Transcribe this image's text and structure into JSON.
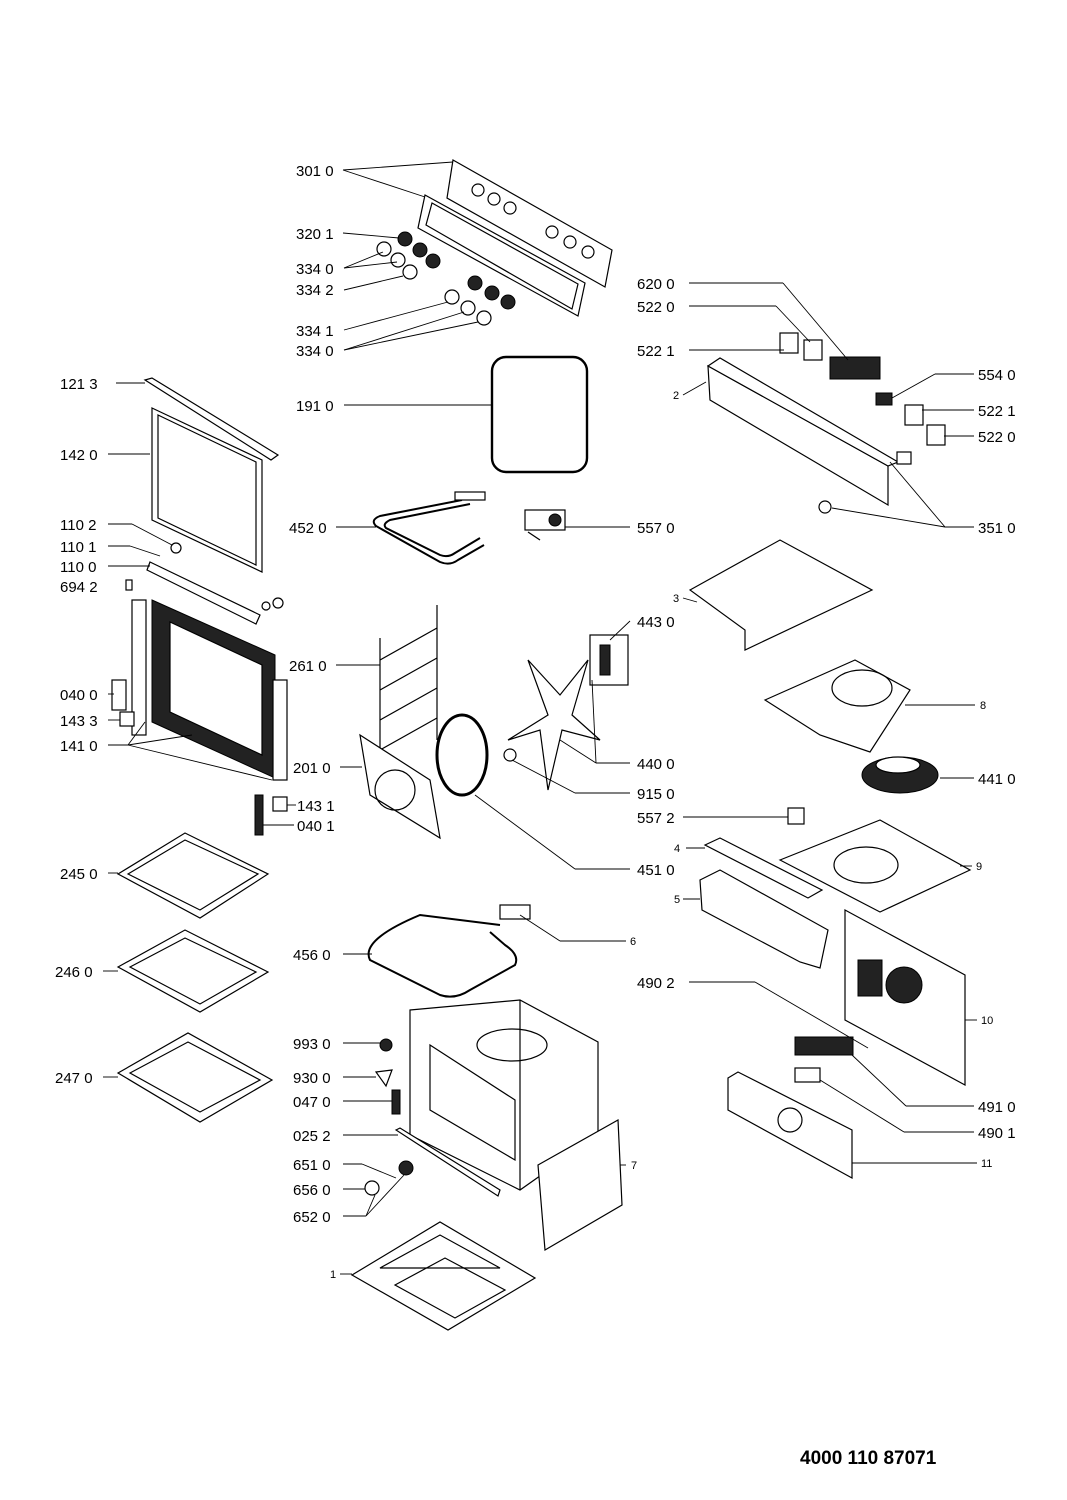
{
  "diagram": {
    "code": "4000 110 87071",
    "labels": {
      "l3010": "301 0",
      "l3201": "320 1",
      "l3340a": "334 0",
      "l3342": "334 2",
      "l3341": "334 1",
      "l3340b": "334 0",
      "l6200": "620 0",
      "l5220a": "522 0",
      "l5221a": "522 1",
      "l2": "2",
      "l5540": "554 0",
      "l5221b": "522 1",
      "l5220b": "522 0",
      "l1213": "121 3",
      "l1910": "191 0",
      "l1420": "142 0",
      "l1102": "110 2",
      "l1101": "110 1",
      "l1100": "110 0",
      "l6942": "694 2",
      "l4520": "452 0",
      "l5570": "557 0",
      "l3510": "351 0",
      "l3": "3",
      "l4430": "443 0",
      "l2610": "261 0",
      "l0400a": "040 0",
      "l1433": "143 3",
      "l1410": "141 0",
      "l8": "8",
      "l2010": "201 0",
      "l4400": "440 0",
      "l4410": "441 0",
      "l9150": "915 0",
      "l1431": "143 1",
      "l0401": "040 1",
      "l5572": "557 2",
      "l4": "4",
      "l9": "9",
      "l2450": "245 0",
      "l4510": "451 0",
      "l5": "5",
      "l6": "6",
      "l4560": "456 0",
      "l2460": "246 0",
      "l4902": "490 2",
      "l10": "10",
      "l9930": "993 0",
      "l9300": "930 0",
      "l2470": "247 0",
      "l0470": "047 0",
      "l4910": "491 0",
      "l0252": "025 2",
      "l4901": "490 1",
      "l6510": "651 0",
      "l7": "7",
      "l11": "11",
      "l6560": "656 0",
      "l6520": "652 0",
      "l1": "1"
    }
  }
}
